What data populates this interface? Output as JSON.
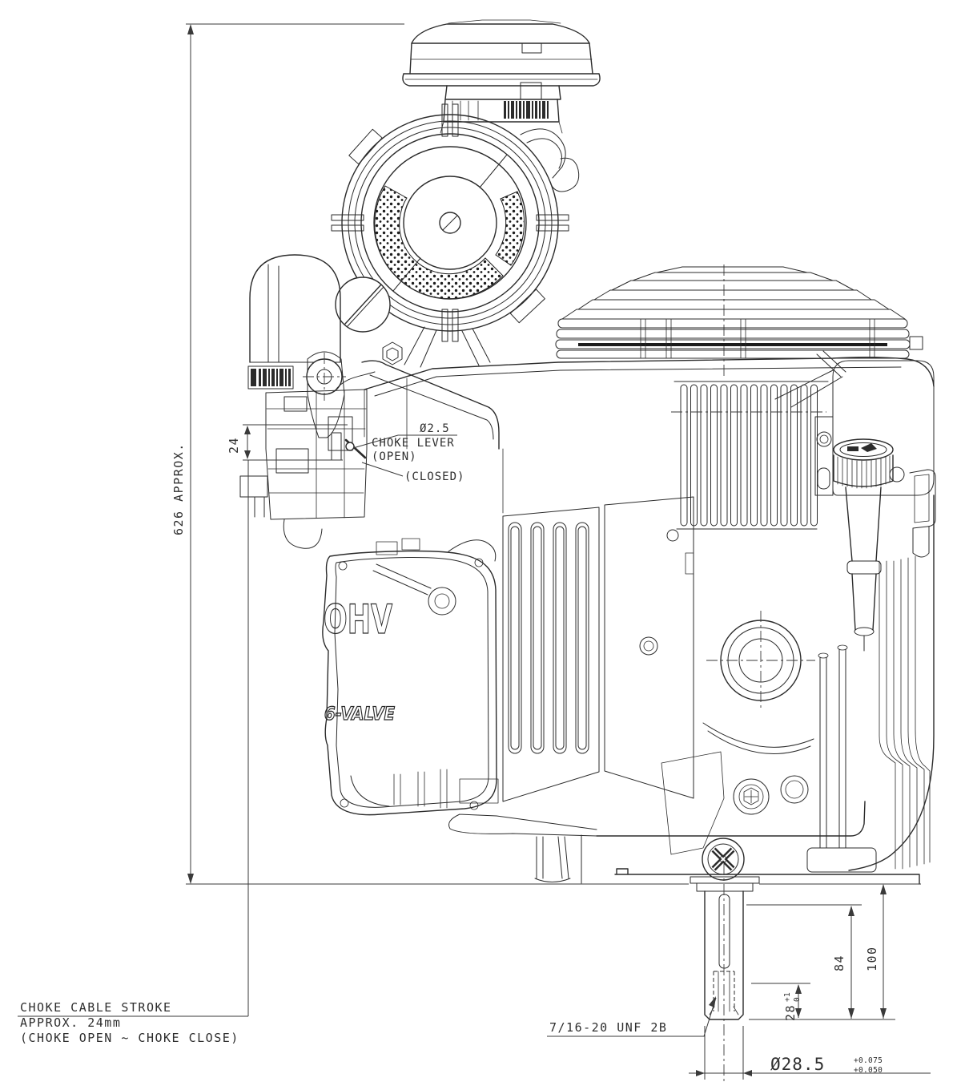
{
  "drawing": {
    "note": {
      "line1": "CHOKE CABLE STROKE",
      "line2": "APPROX. 24mm",
      "line3": "(CHOKE OPEN ~ CHOKE CLOSE)"
    },
    "labels": {
      "choke_hole_dia": "Ø2.5",
      "choke_lever": "CHOKE LEVER",
      "choke_open": "(OPEN)",
      "choke_closed": "(CLOSED)",
      "thread_spec": "7/16-20 UNF 2B",
      "valve_cover_logo": "OHV",
      "valve_cover_sub": "6-VALVE"
    },
    "dimensions": {
      "overall_height": "626 APPROX.",
      "choke_stroke_mm": "24",
      "thread_depth": "28",
      "thread_depth_tol_upper": "+1",
      "thread_depth_tol_lower": "0",
      "shaft_step_length": "84",
      "shaft_total_length": "100",
      "shaft_diameter": "Ø28.5",
      "shaft_dia_tol_upper": "+0.075",
      "shaft_dia_tol_lower": "+0.050"
    },
    "colors": {
      "line": "#2b2b2b",
      "dim_line": "#3a3a3a",
      "background": "#ffffff"
    }
  }
}
